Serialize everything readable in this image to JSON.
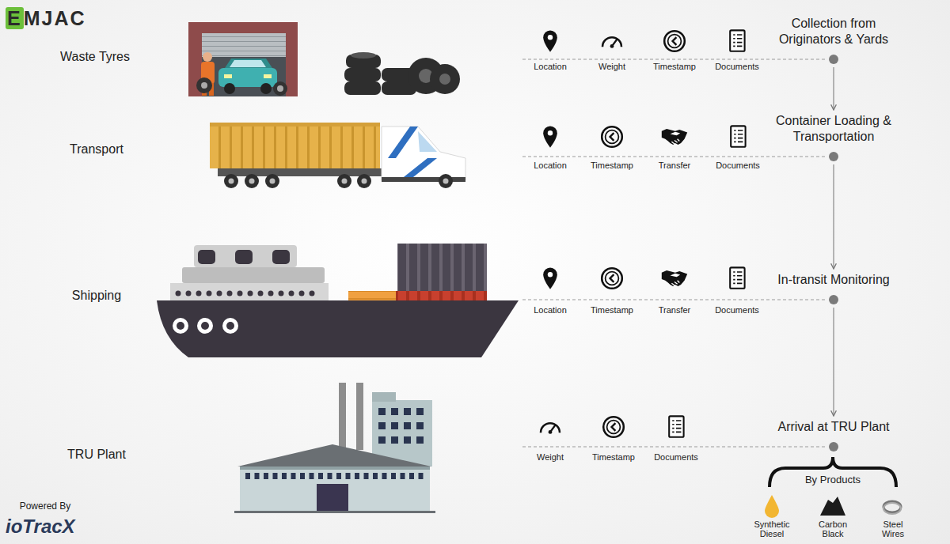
{
  "diagram": {
    "nodes": [
      {
        "text": [
          "Collection from Originators & Yards"
        ]
      },
      {
        "text": [
          "Container Loading & Transportation"
        ]
      },
      {
        "text": [
          "In-transit Monitoring"
        ]
      },
      {
        "text": [
          "Arrival at TRU Plant"
        ]
      }
    ],
    "edges": [
      {
        "from": 0,
        "to": 1,
        "arrow": "to"
      },
      {
        "from": 1,
        "to": 2,
        "arrow": "to"
      },
      {
        "from": 2,
        "to": 3,
        "arrow": "to"
      }
    ],
    "labels": [
      "EMJAC",
      "Waste Tyres",
      "Transport",
      "Shipping",
      "TRU Plant",
      "Location",
      "Weight",
      "Timestamp",
      "Documents",
      "Location",
      "Timestamp",
      "Transfer",
      "Documents",
      "Location",
      "Timestamp",
      "Transfer",
      "Documents",
      "Weight",
      "Timestamp",
      "Documents",
      "By Products",
      "Synthetic Diesel",
      "Carbon Black",
      "Steel Wires",
      "Powered By",
      "ioTracX"
    ]
  }
}
